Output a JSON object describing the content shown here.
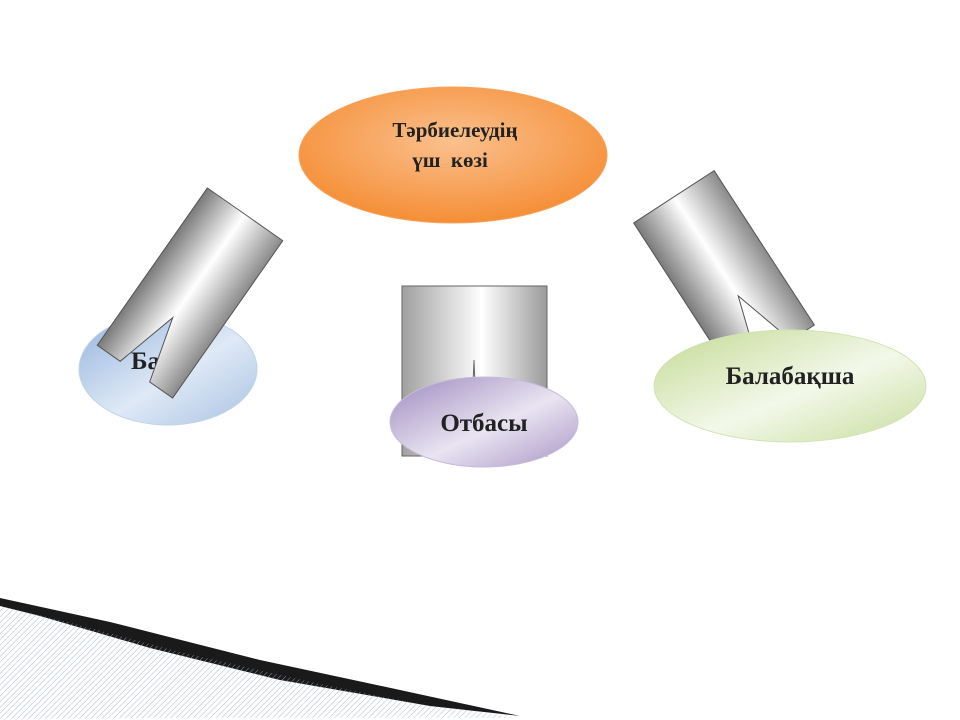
{
  "diagram": {
    "center": {
      "line1": "Тәрбиелеудің",
      "line2": "үш  көзі"
    },
    "left": {
      "label": "Ба"
    },
    "middle": {
      "label": "Отбасы"
    },
    "right": {
      "label": "Балабақша"
    }
  },
  "colors": {
    "center_fill": "#f7963f",
    "left_fill": "#b8cde6",
    "middle_fill": "#b5a6ce",
    "right_fill": "#d2e4ae",
    "arrow_fill": "#c9c9c9",
    "arrow_stroke": "#555555"
  }
}
